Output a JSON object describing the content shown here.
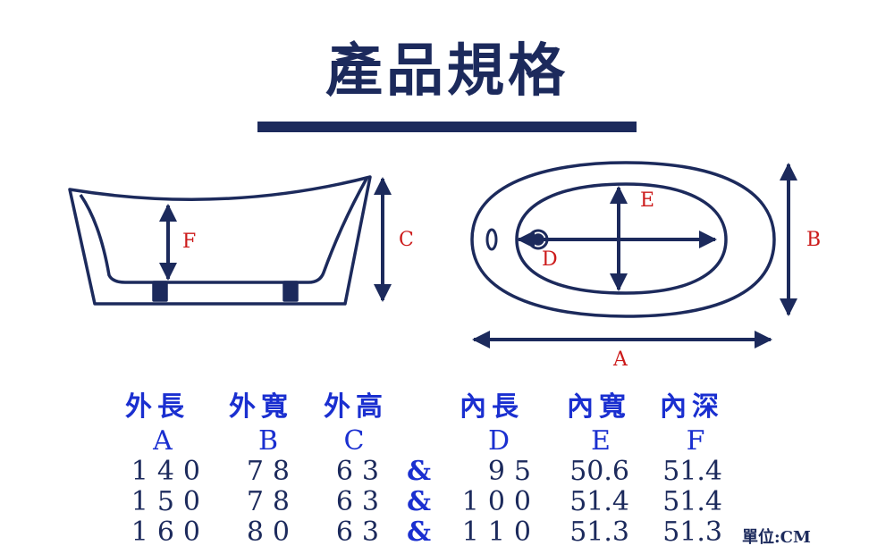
{
  "title": "產品規格",
  "labels": {
    "a": "A",
    "b": "B",
    "c": "C",
    "d": "D",
    "e": "E",
    "f": "F"
  },
  "colors": {
    "navy": "#1c2a5c",
    "blue": "#1a2fd0",
    "red": "#cc1a1a"
  },
  "table": {
    "headers": [
      "外長",
      "外寬",
      "外高",
      "內長",
      "內寬",
      "內深"
    ],
    "letters": [
      "A",
      "B",
      "C",
      "D",
      "E",
      "F"
    ],
    "separator": "&",
    "rows": [
      [
        "140",
        "78",
        "63",
        "95",
        "50.6",
        "51.4"
      ],
      [
        "150",
        "78",
        "63",
        "100",
        "51.4",
        "51.4"
      ],
      [
        "160",
        "80",
        "63",
        "110",
        "51.3",
        "51.3"
      ]
    ],
    "unit": "單位:CM"
  }
}
